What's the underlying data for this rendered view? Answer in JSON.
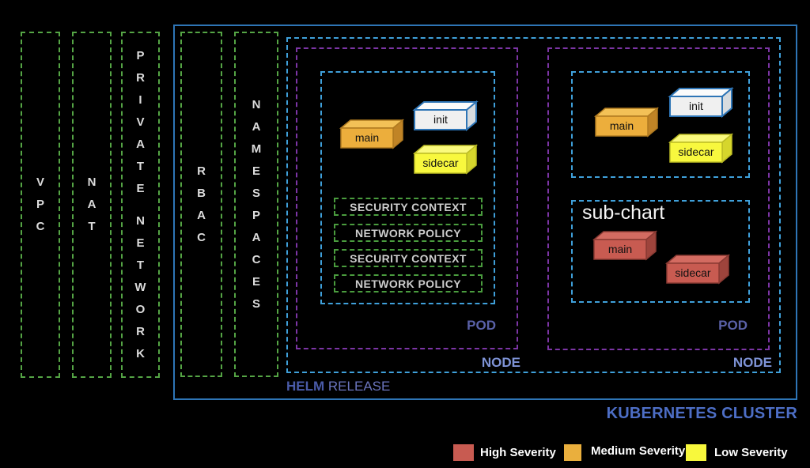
{
  "diagram": {
    "infrastructure": {
      "columns": [
        {
          "id": "vpc",
          "label": "VPC"
        },
        {
          "id": "nat",
          "label": "NAT"
        },
        {
          "id": "private-network",
          "label": "PRIVATE NETWORK"
        }
      ]
    },
    "cluster": {
      "title": "KUBERNETES CLUSTER",
      "border_color": "#2e75b6",
      "columns": [
        {
          "id": "rbac",
          "label": "RBAC"
        },
        {
          "id": "namespaces",
          "label": "NAMESPACES"
        }
      ],
      "helm": {
        "name": "HELM",
        "type": "RELEASE"
      },
      "nodes": [
        {
          "label": "NODE",
          "pod": {
            "label": "POD",
            "containers": {
              "main": {
                "label": "main",
                "severity": "medium"
              },
              "init": {
                "label": "init",
                "severity": "none"
              },
              "sidecar": {
                "label": "sidecar",
                "severity": "low"
              }
            },
            "policies": [
              {
                "label": "SECURITY CONTEXT"
              },
              {
                "label": "NETWORK POLICY"
              },
              {
                "label": "SECURITY CONTEXT"
              },
              {
                "label": "NETWORK POLICY"
              }
            ]
          }
        },
        {
          "label": "NODE",
          "pod": {
            "label": "POD",
            "containers": {
              "main": {
                "label": "main",
                "severity": "medium"
              },
              "init": {
                "label": "init",
                "severity": "none"
              },
              "sidecar": {
                "label": "sidecar",
                "severity": "low"
              }
            }
          },
          "subchart": {
            "title": "sub-chart",
            "containers": {
              "main": {
                "label": "main",
                "severity": "high"
              },
              "sidecar": {
                "label": "sidecar",
                "severity": "high"
              }
            }
          }
        }
      ]
    },
    "legend": {
      "high": {
        "label": "High Severity",
        "color": "#c85b51"
      },
      "medium": {
        "label": "Medium Severity",
        "color": "#eaaf3d"
      },
      "low": {
        "label": "Low Severity",
        "color": "#f8f83c"
      }
    },
    "colors": {
      "network_green": "#55a545",
      "pod_blue_dash": "#3fa0da",
      "node_purple_dash": "#7c35a5",
      "cluster_blue": "#2e75b6"
    }
  }
}
